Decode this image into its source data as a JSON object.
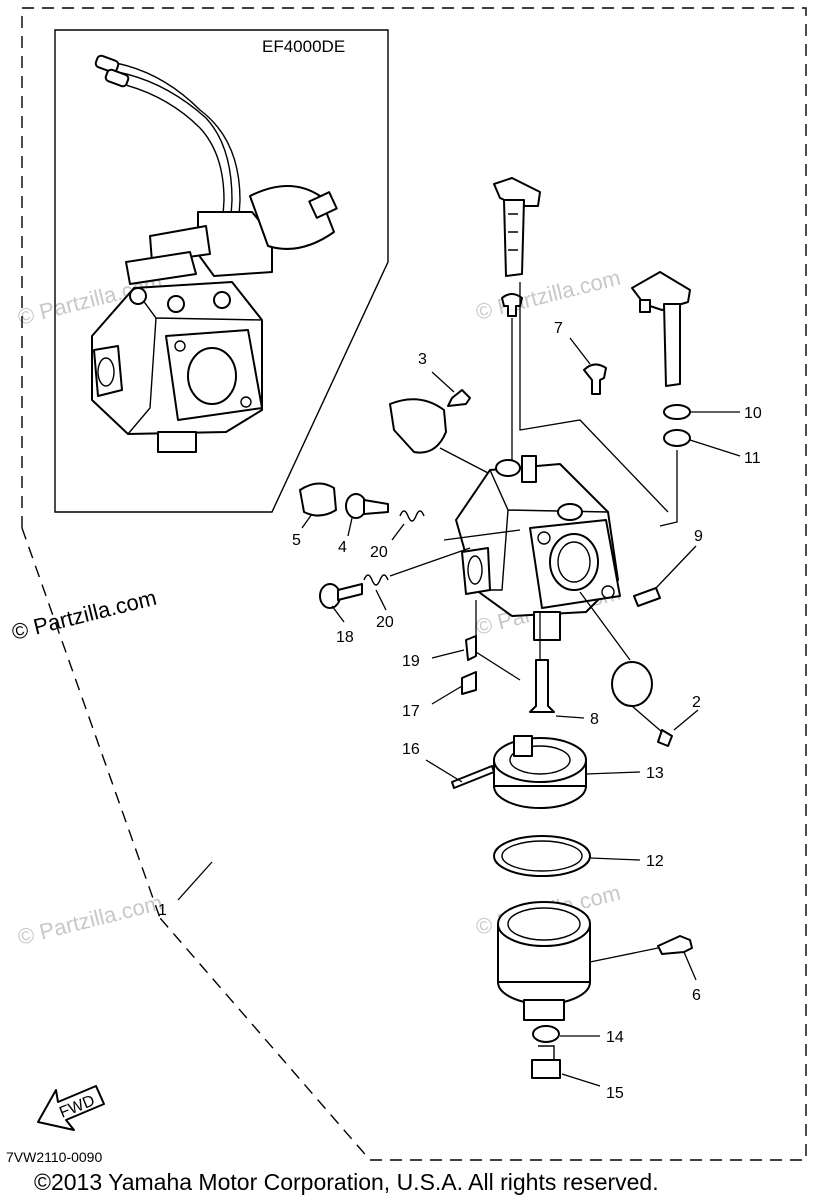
{
  "diagram": {
    "inset_title": "EF4000DE",
    "part_labels": {
      "p1": "1",
      "p2": "2",
      "p3": "3",
      "p4": "4",
      "p5": "5",
      "p6": "6",
      "p7": "7",
      "p8": "8",
      "p9": "9",
      "p10": "10",
      "p11": "11",
      "p12": "12",
      "p13": "13",
      "p14": "14",
      "p15": "15",
      "p16": "16",
      "p17": "17",
      "p18": "18",
      "p19": "19",
      "p20a": "20",
      "p20b": "20"
    },
    "fwd_label": "FWD",
    "watermark": "© Partzilla.com",
    "diagram_code": "7VW2110-0090",
    "copyright": "©2013  Yamaha Motor Corporation, U.S.A. All rights reserved."
  }
}
